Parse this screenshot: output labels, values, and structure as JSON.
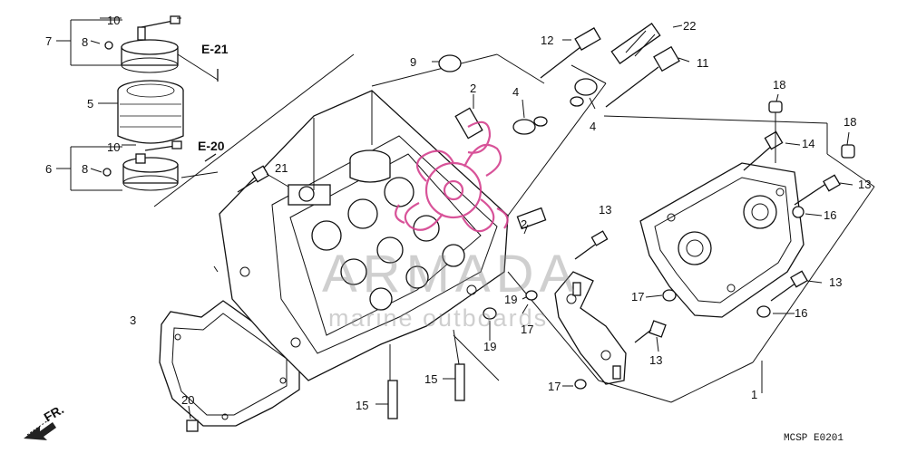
{
  "callouts": {
    "c1": "1",
    "c2a": "2",
    "c2b": "2",
    "c3": "3",
    "c4a": "4",
    "c4b": "4",
    "c5": "5",
    "c6": "6",
    "c7": "7",
    "c8a": "8",
    "c8b": "8",
    "c9": "9",
    "c10a": "10",
    "c10b": "10",
    "c11": "11",
    "c12": "12",
    "c13a": "13",
    "c13b": "13",
    "c13c": "13",
    "c13d": "13",
    "c14": "14",
    "c15a": "15",
    "c15b": "15",
    "c16a": "16",
    "c16b": "16",
    "c17a": "17",
    "c17b": "17",
    "c17c": "17",
    "c18a": "18",
    "c18b": "18",
    "c19a": "19",
    "c19b": "19",
    "c20": "20",
    "c21": "21",
    "c22": "22"
  },
  "refs": {
    "e21": "E-21",
    "e20": "E-20"
  },
  "front_marker": "FR.",
  "diagram_code": "MCSP  E0201",
  "watermark": {
    "brand": "ARMADA",
    "tagline": "marine outboards",
    "accent_color": "#d4418e"
  }
}
